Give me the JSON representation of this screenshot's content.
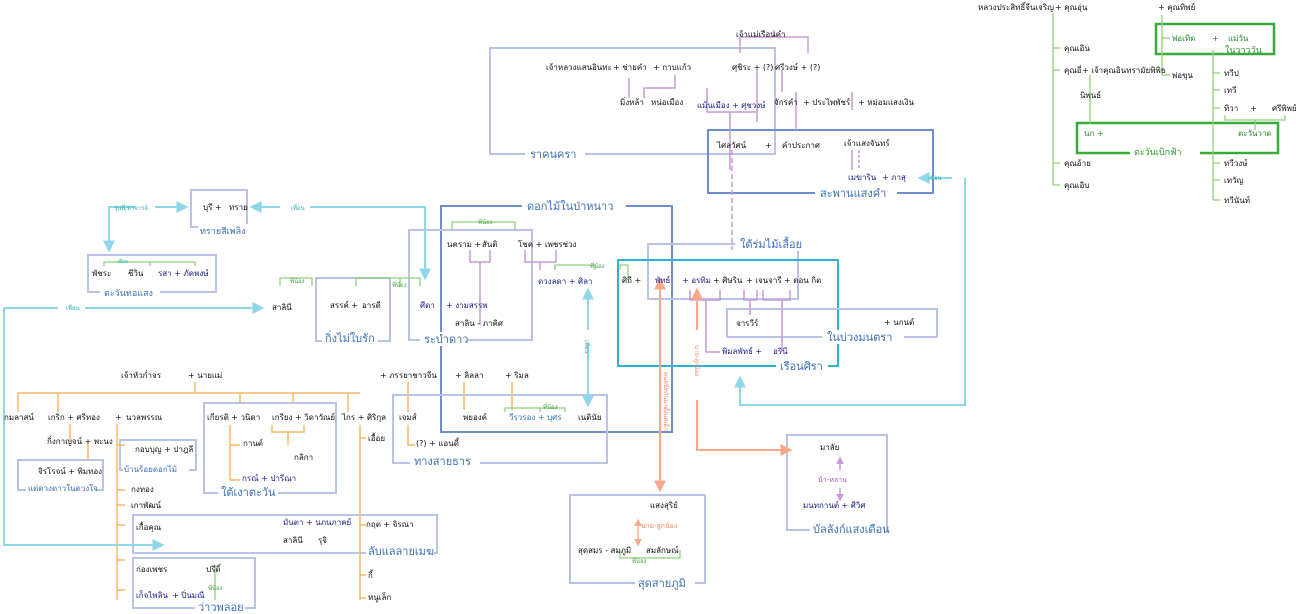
{
  "diagram": {
    "type": "family-relationship-map",
    "colors": {
      "box_light": "#b8c4e6",
      "box_dark": "#6f8fcc",
      "box_cyan": "#2fb3d0",
      "box_green": "#3aaa3a",
      "line_purple": "#b676c8",
      "line_orange": "#f7b865",
      "line_green": "#8fd27a",
      "arrow_cyan": "#8fd6e8",
      "arrow_salmon": "#f7a88c",
      "text_black": "#111111",
      "text_navy": "#1a1a8a",
      "title_blue": "#3b6fb6"
    },
    "groups": [
      {
        "id": "ratchanakra",
        "title": "ราคนครา"
      },
      {
        "id": "saphan",
        "title": "สะพานแสงคำ"
      },
      {
        "id": "dokmai",
        "title": "ดอกไม้ในป่าหนาว"
      },
      {
        "id": "tairom",
        "title": "ใต้ร่มไม้เลื้อย"
      },
      {
        "id": "ruensira",
        "title": "เรือนศิรา"
      },
      {
        "id": "naibuang",
        "title": "ในบ่วงมนตรา"
      },
      {
        "id": "sai",
        "title": "ทรายสีเพลิง"
      },
      {
        "id": "tawan",
        "title": "ตะวันทอแสง"
      },
      {
        "id": "king",
        "title": "กิ่งไม่ใบรัก"
      },
      {
        "id": "rabam",
        "title": "ระบำดาว"
      },
      {
        "id": "thang",
        "title": "ทางสายธาร"
      },
      {
        "id": "tainga",
        "title": "ใต้เงาตะวัน"
      },
      {
        "id": "banroi",
        "title": "บ้านร้อยดอกไม้"
      },
      {
        "id": "daeduang",
        "title": "แด่ดวงดาวในดวงใจ"
      },
      {
        "id": "lab",
        "title": "ลับแลลายเมฆ"
      },
      {
        "id": "wao",
        "title": "ว่าวพลอย"
      },
      {
        "id": "sudsa",
        "title": "สุดสายภูมิ"
      },
      {
        "id": "banlang",
        "title": "บัลลังก์แสงเดือน"
      },
      {
        "id": "naiwara",
        "title": "ในวาววัน"
      },
      {
        "id": "tawanboek",
        "title": "ตะวันเบิกฟ้า"
      }
    ],
    "people": {
      "chaomae_ruean": "เจ้าแม่เรือนคำ",
      "chaoluang": "เจ้าหลวงแสนอินทะ",
      "chaikham": "+ ช่ายคำ",
      "kanokkaew": "+ กาบแก้ว",
      "khunchira": "ศุชิระ + (?)",
      "sriwong": "ศรีวงษ์ + (?)",
      "ngiamla": "มิ่งหล้า",
      "nomueang": "หน่อเมือง",
      "maenmueang": "แม้นเมือง",
      "suchawong": "+ ศุชวงษ์",
      "chakkham": "จักรคำ",
      "prapaipat": "+ ประไพพัชร์",
      "momsaengngoen": "+ หม่อมแสงเงิน",
      "saiwat": "ไศลวัศน์",
      "plus": "+",
      "khamprakat": "คำประกาศ",
      "chaosaengchan": "เจ้าแสงจันทร์",
      "mekharin": "เมฆาริน",
      "phasu": "+ ภาสุ",
      "friend": "เพื่อน",
      "buri": "บุรี +",
      "sai": "ทราย",
      "rumphi": "รุ่นพี่/อาจารย์",
      "phatchara": "พัชระ",
      "chiwin": "ชีวิน",
      "rasa": "รสา + ภัคพงษ์",
      "salini": "สาลินี",
      "sarat": "สรรค์ +",
      "arathi": "อารดี",
      "nakram": "นคราม +",
      "santi": "สันติ",
      "chot": "โชค + เพชรช่วง",
      "sida": "ศีดา",
      "ngamsan": "+ งามสรรพ",
      "salin": "สาลิน - ภาคิศ",
      "duangda": "ดวงลดา +",
      "sila": "ศิลา",
      "siti": "ศิถี +",
      "phat": "พัทธ์",
      "arthit": "+ อรทิม",
      "siharin": "+ ศิษริน",
      "chenchari": "+ เจนจารี",
      "daon": "+ ดอน กิด",
      "charawi": "จารวีร์",
      "nonthaniwat": "+ นกนต์",
      "pimphat": "พิมลพัทธ์ +",
      "arin": "อรินี",
      "chaohuakamchon": "เจ้าหัวก่ำจร",
      "naimae": "+ นายแม่",
      "kamonlas": "กมลาสน์",
      "krit": "เกริก + ศรีทอง",
      "plus2": "+",
      "nuanphan": "นวลพรรณ",
      "kingkan": "กิ่งกาญจน์ + พะนง",
      "chirachai": "จิรโรจน์ + พิมทอง",
      "kobboon": "กอบบุญ + ปาฎลี",
      "kongthong": "กงทอง",
      "kaophat": "เกาพัฒน์",
      "kiatkhun": "เกื้อคุณ",
      "kongphet": "ก่องเพชร",
      "kaeokaew": "เก็จไพลิน",
      "priya": "+ ปิ่นมณี",
      "pari": "ปรีดิ์",
      "kiatti": "เกียรติ + วนิดา",
      "kriang": "เกรียง + วิดาวัณย์",
      "kan": "กานต์",
      "kalika": "กลิกา",
      "kron": "กรณ์ + ปารีณา",
      "krai": "ไกร + ศิริกุล",
      "kueay": "เอื้อย",
      "kot": "กฤต + จิรณา",
      "manta": "มันตา + นภนภาคย์",
      "salini2": "สาลินี",
      "rut": "รุจิ",
      "ki": "กี้",
      "nulek": "หนูเล็ก",
      "phanrayachin": "+ ภรรยาชาวจีน",
      "lilla": "+ ลิลลา",
      "rimon": "+ ริมล",
      "chem": "เจมส์",
      "phayong": "พยองค์",
      "wirong": "วีรวรอง + บุศร",
      "nettinai": "เนตินัย",
      "unk_andy": "(?) + แอนดี้",
      "saengsurit": "แสงสุริย์",
      "sudsamon": "สุดสมร - สมภูมิ",
      "somlak": "สมลักษณ์",
      "malai": "มาลัย",
      "montakan": "มนทกานต์ + ศีวิศ",
      "luang": "หลวงประสิทธิ์จีนเจริญ",
      "khunun": "+ คุณอุ่น",
      "khunthip": "+ คุณทิพย์",
      "phoet": "พ่อเทิด",
      "maewan": "แม่วัน",
      "phochun": "พ่อขุน",
      "khunoen": "คุณเอิน",
      "khuni": "คุณอี่",
      "chaokhun": "+ เจ้าคุณอินทรามัยพิพิธ",
      "niphon": "นิพนธ์",
      "nok": "นก +",
      "tawanwat": "ตะวันวาด",
      "thawip": "ทวีป",
      "thewi": "เทวี",
      "thiwa": "ทิวา",
      "sriphat": "ศรีพิพย์",
      "khunaiy": "คุณอ้าย",
      "khunoeb": "คุณเอิบ",
      "thawiwong": "ทวีวงษ์",
      "thewan": "เทวัญ",
      "thawinan": "ทวีนันท์"
    },
    "relations": {
      "sibling": "พี่น้อง",
      "friend": "เพื่อน",
      "senior": "รุ่นพี่/อาจารย์",
      "boss_sub": "นาย-ลูกน้อง",
      "aunt_niece": "น้า-หลาน",
      "enemy": "ศัตรู",
      "uncle_nephew": "ลุง-หลาน",
      "rival": "คนสนิทกันมาตั้งแต่เด็ก"
    }
  }
}
